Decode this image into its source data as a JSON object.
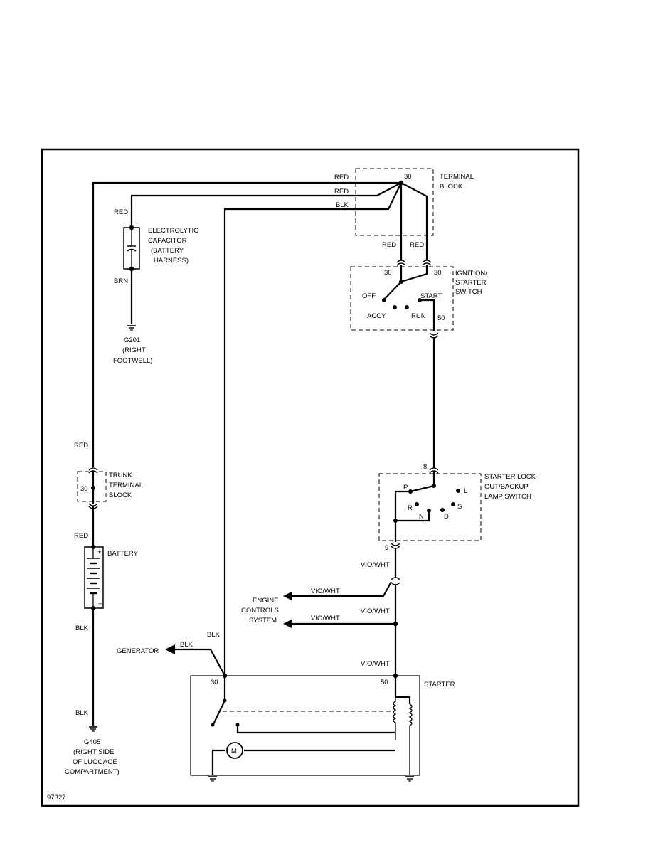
{
  "terminal_block": {
    "pin": "30",
    "label": [
      "TERMINAL",
      "BLOCK"
    ]
  },
  "capacitor": {
    "label": [
      "ELECTROLYTIC",
      "CAPACITOR",
      "(BATTERY",
      "HARNESS)"
    ]
  },
  "ground_g201": {
    "label": [
      "G201",
      "(RIGHT",
      "FOOTWELL)"
    ]
  },
  "ignition_switch": {
    "label": [
      "IGNITION/",
      "STARTER",
      "SWITCH"
    ],
    "pin_left": "30",
    "pin_right": "30",
    "pin_out": "50",
    "off": "OFF",
    "accy": "ACCY",
    "run": "RUN",
    "start": "START"
  },
  "lockout_switch": {
    "label": [
      "STARTER LOCK-",
      "OUT/BACKUP",
      "LAMP SWITCH"
    ],
    "pin_in": "8",
    "pin_out": "9",
    "positions": {
      "p": "P",
      "r": "R",
      "n": "N",
      "d": "D",
      "s": "S",
      "l": "L"
    }
  },
  "trunk_block": {
    "pin": "30",
    "label": [
      "TRUNK",
      "TERMINAL",
      "BLOCK"
    ]
  },
  "battery": {
    "label": "BATTERY",
    "plus": "+",
    "minus": "−"
  },
  "ground_g405": {
    "label": [
      "G405",
      "(RIGHT SIDE",
      "OF LUGGAGE",
      "COMPARTMENT)"
    ]
  },
  "engine_controls": {
    "label": [
      "ENGINE",
      "CONTROLS",
      "SYSTEM"
    ]
  },
  "generator": {
    "label": "GENERATOR"
  },
  "starter": {
    "label": "STARTER",
    "pin_30": "30",
    "pin_50": "50",
    "motor": "M"
  },
  "wires": {
    "red_top": "RED",
    "red_mid": "RED",
    "blk_top": "BLK",
    "red_cap": "RED",
    "brn_cap": "BRN",
    "red_sw_left": "RED",
    "red_sw_right": "RED",
    "red_trunk_top": "RED",
    "red_trunk_bottom": "RED",
    "blk_battery": "BLK",
    "blk_ground": "BLK",
    "vio_wht_1": "VIO/WHT",
    "vio_wht_ecs1": "VIO/WHT",
    "vio_wht_2": "VIO/WHT",
    "vio_wht_ecs2": "VIO/WHT",
    "vio_wht_3": "VIO/WHT",
    "blk_gen": "BLK",
    "blk_starter": "BLK"
  },
  "figure_id": "97327"
}
